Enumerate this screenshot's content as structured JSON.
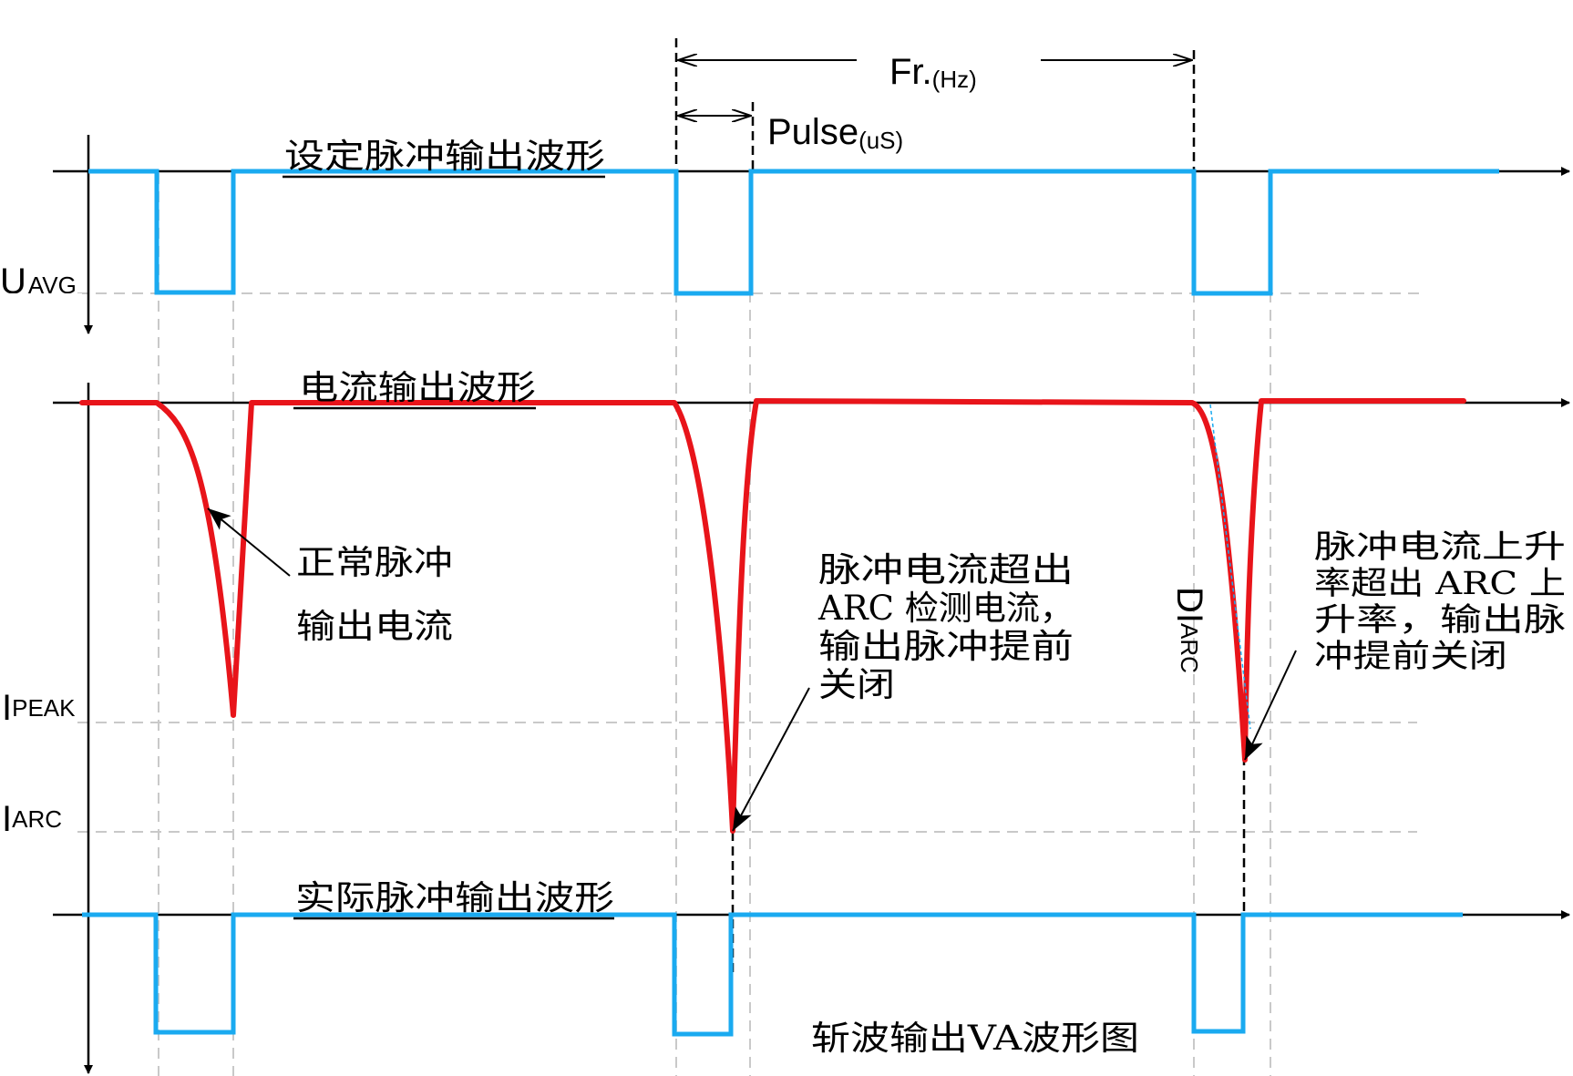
{
  "labels": {
    "set_waveform": "设定脉冲输出波形",
    "current_waveform": "电流输出波形",
    "actual_waveform": "实际脉冲输出波形",
    "freq_main": "Fr.",
    "freq_sub": "(Hz)",
    "pulse_main": "Pulse",
    "pulse_sub": "(uS)",
    "uavg_main": "U",
    "uavg_sub": "AVG",
    "ipeak_main": "I",
    "ipeak_sub": "PEAK",
    "iarc_main": "I",
    "iarc_sub": "ARC",
    "di_main": "DI",
    "di_sub": "ARC",
    "caption": "斩波输出VA波形图"
  },
  "annotations": {
    "normal": [
      "正常脉冲",
      "输出电流"
    ],
    "arc_detect": [
      "脉冲电流超出",
      "ARC 检测电流，",
      "输出脉冲提前",
      "关闭"
    ],
    "arc_rise": [
      "脉冲电流上升",
      "率超出 ARC 上",
      "升率，输出脉",
      "冲提前关闭"
    ]
  },
  "colors": {
    "voltage_wave": "#1aaaf0",
    "current_wave": "#e8141a",
    "guides": "#c9c9c9",
    "axes": "#000000"
  }
}
